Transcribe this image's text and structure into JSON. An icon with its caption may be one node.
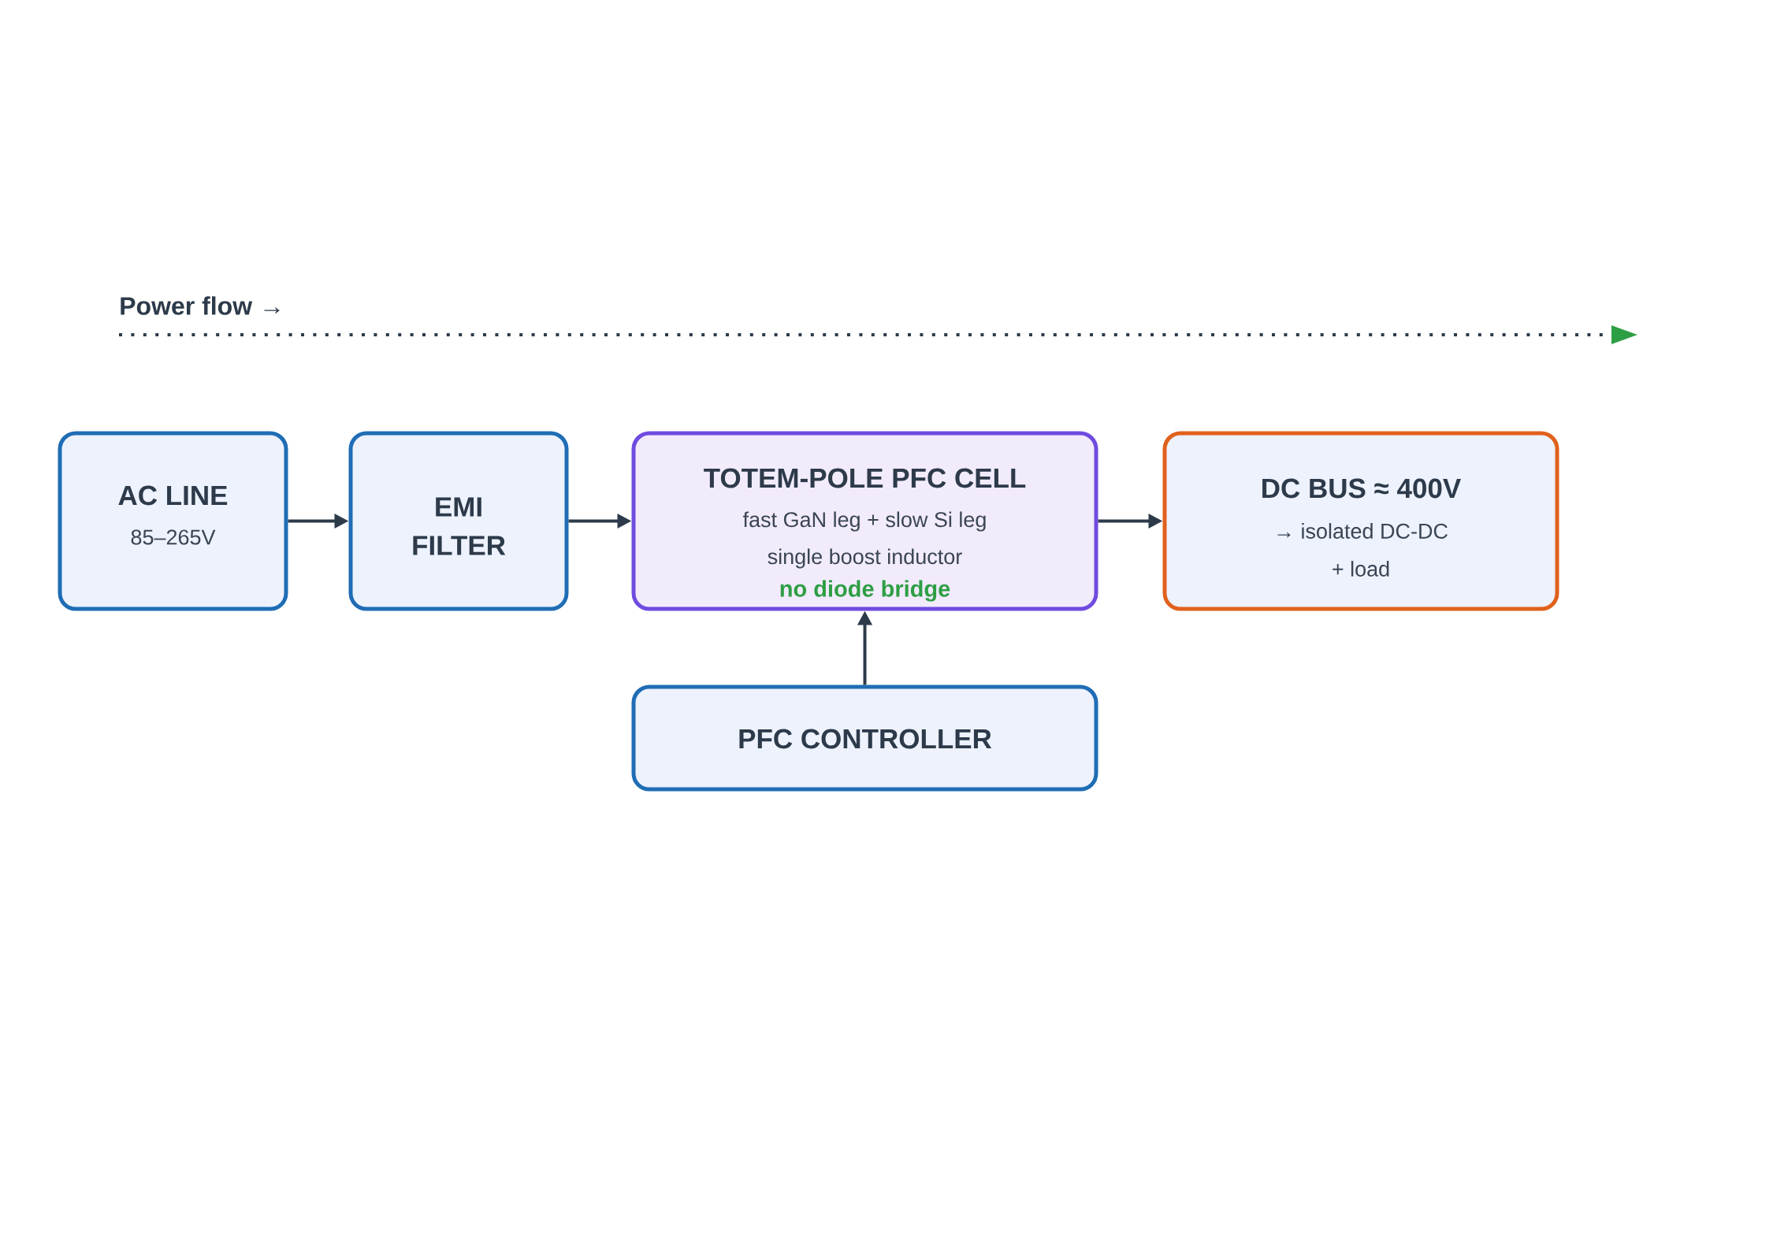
{
  "diagram": {
    "nodes": [
      {
        "text": [
          "AC LINE",
          "85–265V"
        ]
      },
      {
        "text": [
          "EMI FILTER"
        ]
      },
      {
        "text": [
          "TOTEM-POLE PFC CELL",
          "fast GaN leg + slow Si leg",
          "single boost inductor",
          "no diode bridge"
        ]
      },
      {
        "text": [
          "DC BUS ≈ 400V",
          "→ isolated DC-DC + load"
        ]
      },
      {
        "text": [
          "PFC CONTROLLER"
        ]
      }
    ],
    "edges": [
      {
        "from": 0,
        "to": 1,
        "arrow": "to"
      },
      {
        "from": 1,
        "to": 2,
        "arrow": "to"
      },
      {
        "from": 2,
        "to": 3,
        "arrow": "to"
      },
      {
        "from": 4,
        "to": 2,
        "arrow": "to"
      }
    ],
    "labels": [
      "Power flow →"
    ]
  }
}
